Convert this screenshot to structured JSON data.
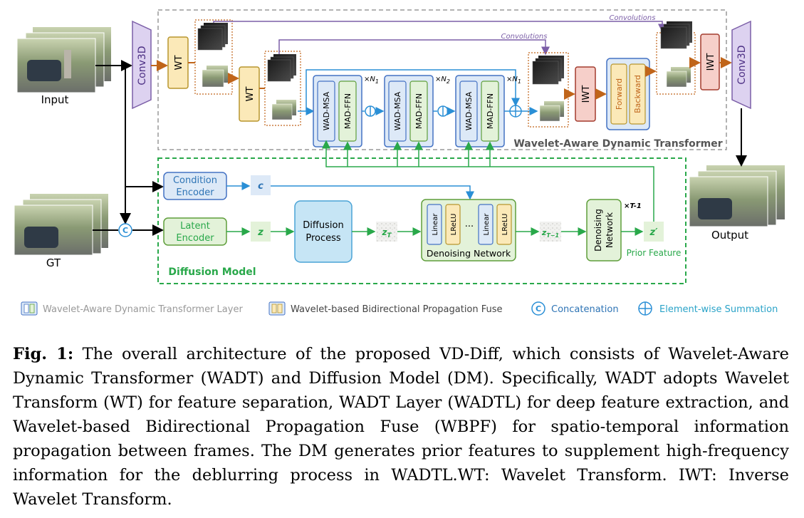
{
  "figure": {
    "input_label": "Input",
    "gt_label": "GT",
    "output_label": "Output",
    "conv3d_in": "Conv3D",
    "conv3d_out": "Conv3D",
    "wt1": "WT",
    "wt2": "WT",
    "iwt1": "IWT",
    "iwt2": "IWT",
    "conv_label_top": "Convolutions",
    "conv_label_mid": "Convolutions",
    "wad_msa": "WAD-MSA",
    "mad_ffn": "MAD-FFN",
    "n1": "×N",
    "n1_sub": "1",
    "n2": "×N",
    "n2_sub": "2",
    "n3": "×N",
    "n3_sub": "1",
    "forward": "Forward",
    "backward": "Backward",
    "wadt_title": "Wavelet-Aware Dynamic Transformer",
    "condition_encoder_1": "Condition",
    "condition_encoder_2": "Encoder",
    "latent_encoder_1": "Latent",
    "latent_encoder_2": "Encoder",
    "c": "c",
    "z": "z",
    "diffusion_1": "Diffusion",
    "diffusion_2": "Process",
    "zt": "z",
    "zt_sub": "T",
    "zt1": "z",
    "zt1_sub": "T−1",
    "linear": "Linear",
    "lrelu": "LReLU",
    "dots": "...",
    "denoising_network": "Denoising Network",
    "denoising_v1": "Denoising",
    "denoising_v2": "Network",
    "t1": "×T-1",
    "zprime": "z′",
    "prior_feature": "Prior Feature",
    "dm_title": "Diffusion Model",
    "concat_symbol": "C",
    "legend": {
      "wadtl": "Wavelet-Aware Dynamic Transformer Layer",
      "wbpf": "Wavelet-based Bidirectional Propagation Fuse",
      "concat": "Concatenation",
      "sum": "Element-wise Summation"
    }
  },
  "caption": {
    "label": "Fig. 1:",
    "text": " The overall architecture of the proposed VD-Diff, which consists of Wavelet-Aware Dynamic Transformer (WADT) and Diffusion Model (DM). Specifically, WADT adopts Wavelet Transform (WT) for feature separation, WADT Layer (WADTL) for deep feature extraction, and Wavelet-based Bidirectional Propagation Fuse (WBPF) for spatio-temporal information propagation between frames. The DM generates prior features to supplement high-frequency information for the deblurring process in WADTL.WT: Wavelet Transform. IWT: Inverse Wavelet Transform."
  },
  "colors": {
    "purple": "#7b5ea7",
    "wt_fill": "#fbe9b8",
    "wt_stroke": "#b8962e",
    "iwt_fill": "#f6cfc9",
    "iwt_stroke": "#a33b2e",
    "blue_fill": "#dde9f7",
    "blue_stroke": "#4472c4",
    "green_fill": "#e3f2d9",
    "green_stroke": "#5f9e3b",
    "dm_green": "#29a84a",
    "wire_blue": "#2a8fd6",
    "wire_orange": "#c0651a",
    "text_blue": "#2e74b5"
  }
}
